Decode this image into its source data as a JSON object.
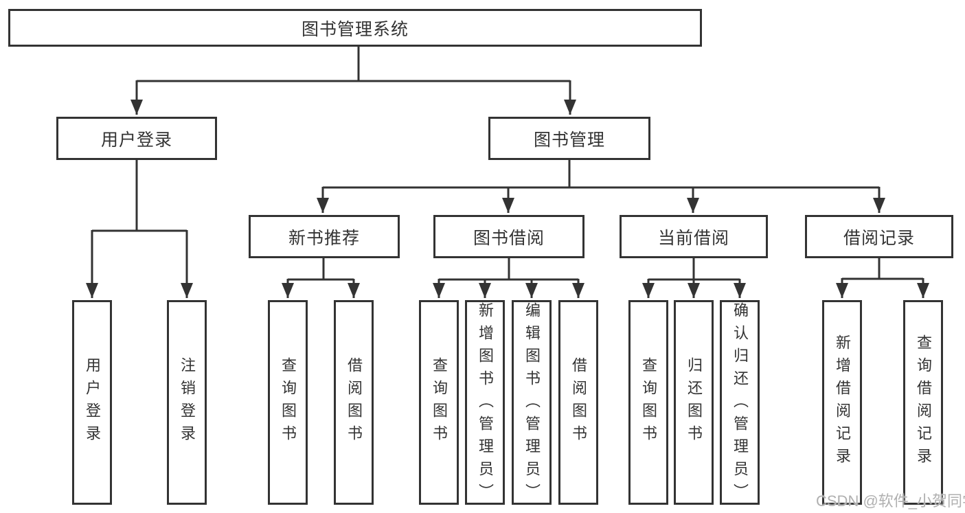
{
  "diagram": {
    "root": {
      "label": "图书管理系统"
    },
    "user_login": {
      "label": "用户登录",
      "children": [
        {
          "label": "用户登录"
        },
        {
          "label": "注销登录"
        }
      ]
    },
    "book_mgmt": {
      "label": "图书管理",
      "groups": [
        {
          "label": "新书推荐",
          "children": [
            {
              "label": "查询图书"
            },
            {
              "label": "借阅图书"
            }
          ]
        },
        {
          "label": "图书借阅",
          "children": [
            {
              "label": "查询图书"
            },
            {
              "label": "新增图书（管理员）"
            },
            {
              "label": "编辑图书（管理员）"
            },
            {
              "label": "借阅图书"
            }
          ]
        },
        {
          "label": "当前借阅",
          "children": [
            {
              "label": "查询图书"
            },
            {
              "label": "归还图书"
            },
            {
              "label": "确认归还（管理员）"
            }
          ]
        },
        {
          "label": "借阅记录",
          "children": [
            {
              "label": "新增借阅记录"
            },
            {
              "label": "查询借阅记录"
            }
          ]
        }
      ]
    }
  },
  "watermark": {
    "text": "CSDN @软件_小贺同学"
  },
  "colors": {
    "line": "#333333",
    "box_border": "#333333",
    "box_background": "#ffffff",
    "watermark": "#b0b0b0",
    "page_background": "#ffffff"
  }
}
